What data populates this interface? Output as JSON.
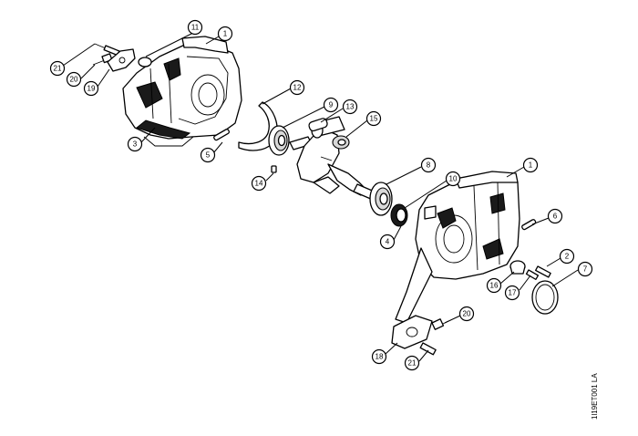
{
  "drawing": {
    "code": "1l19ET001 LA"
  },
  "callouts": [
    {
      "id": "c1a",
      "label": "1"
    },
    {
      "id": "c11",
      "label": "11"
    },
    {
      "id": "c21a",
      "label": "21"
    },
    {
      "id": "c20a",
      "label": "20"
    },
    {
      "id": "c19",
      "label": "19"
    },
    {
      "id": "c3",
      "label": "3"
    },
    {
      "id": "c5",
      "label": "5"
    },
    {
      "id": "c12",
      "label": "12"
    },
    {
      "id": "c9",
      "label": "9"
    },
    {
      "id": "c13",
      "label": "13"
    },
    {
      "id": "c15",
      "label": "15"
    },
    {
      "id": "c14",
      "label": "14"
    },
    {
      "id": "c8",
      "label": "8"
    },
    {
      "id": "c10",
      "label": "10"
    },
    {
      "id": "c1b",
      "label": "1"
    },
    {
      "id": "c6",
      "label": "6"
    },
    {
      "id": "c4",
      "label": "4"
    },
    {
      "id": "c2",
      "label": "2"
    },
    {
      "id": "c7",
      "label": "7"
    },
    {
      "id": "c16",
      "label": "16"
    },
    {
      "id": "c17",
      "label": "17"
    },
    {
      "id": "c20b",
      "label": "20"
    },
    {
      "id": "c18",
      "label": "18"
    },
    {
      "id": "c21b",
      "label": "21"
    }
  ]
}
